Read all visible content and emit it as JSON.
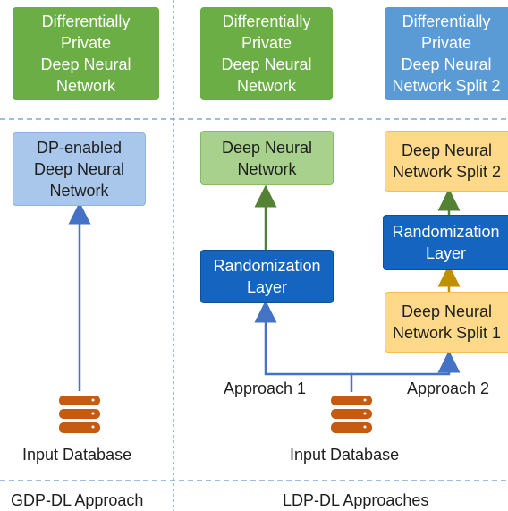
{
  "top_boxes": [
    {
      "text": "Differentially\nPrivate\nDeep Neural\nNetwork"
    },
    {
      "text": "Differentially\nPrivate\nDeep Neural\nNetwork"
    },
    {
      "text": "Differentially\nPrivate\nDeep Neural\nNetwork Split 2"
    }
  ],
  "gdp": {
    "model_box": "DP-enabled\nDeep Neural\nNetwork",
    "database_label": "Input Database",
    "footer": "GDP-DL Approach"
  },
  "ldp": {
    "dnn_box": "Deep Neural\nNetwork",
    "randomization_1": "Randomization\nLayer",
    "split2_box": "Deep Neural\nNetwork Split 2",
    "randomization_2": "Randomization\nLayer",
    "split1_box": "Deep Neural\nNetwork Split 1",
    "approach1": "Approach 1",
    "approach2": "Approach 2",
    "database_label": "Input Database",
    "footer": "LDP-DL Approaches"
  },
  "colors": {
    "dark_green": "#6aae45",
    "light_green": "#a9d18e",
    "top_blue": "#5b9bd5",
    "light_blue": "#a9c7ea",
    "dark_blue": "#1565c0",
    "orange": "#ffd98a",
    "arrow_blue": "#4472c4",
    "arrow_green": "#548235",
    "arrow_gold": "#c09000",
    "database": "#c55a11"
  }
}
